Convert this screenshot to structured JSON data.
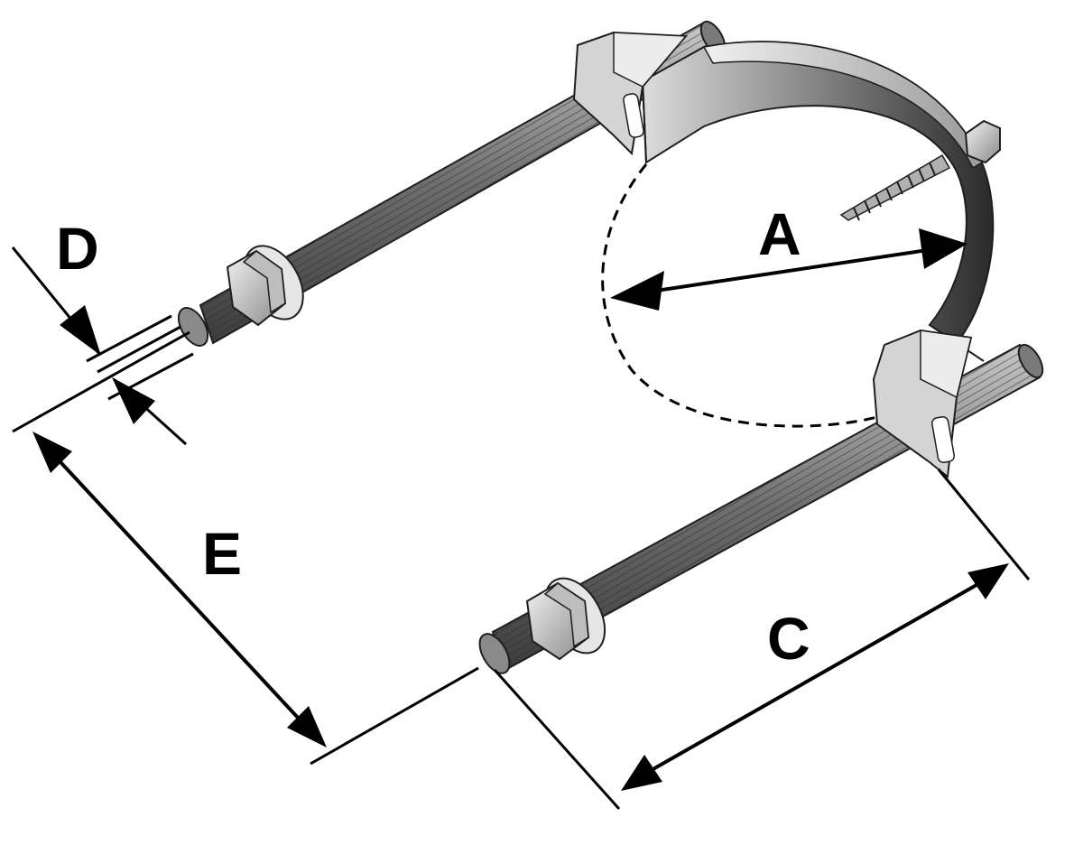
{
  "diagram": {
    "labels": {
      "a": "A",
      "c": "C",
      "d": "D",
      "e": "E"
    },
    "colors": {
      "background": "#ffffff",
      "ink": "#000000",
      "metal_light": "#d9d9d9",
      "metal_mid": "#a6a6a6",
      "metal_dark": "#5a5a5a"
    }
  }
}
